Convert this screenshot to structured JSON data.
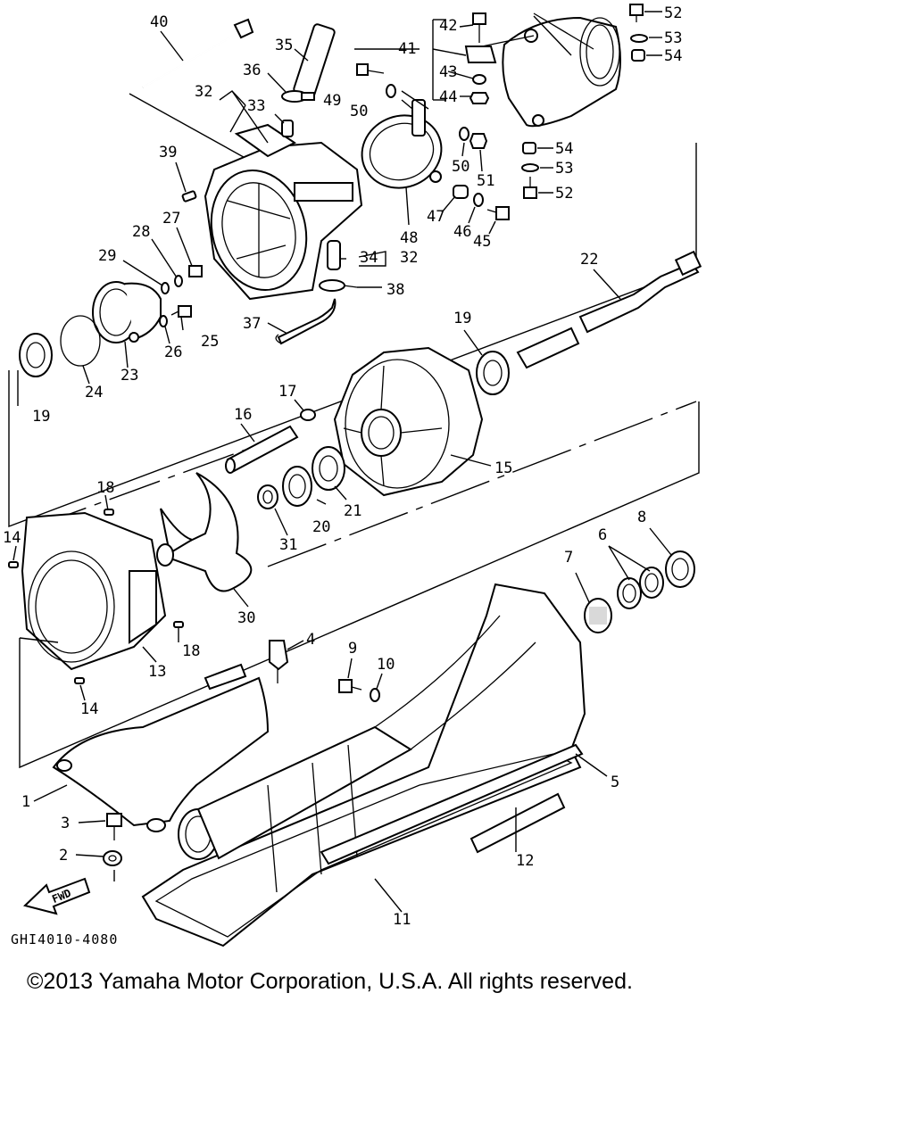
{
  "diagram": {
    "callouts": [
      "1",
      "2",
      "3",
      "4",
      "5",
      "6",
      "7",
      "8",
      "9",
      "10",
      "11",
      "12",
      "13",
      "14",
      "15",
      "16",
      "17",
      "18",
      "19",
      "20",
      "21",
      "22",
      "23",
      "24",
      "25",
      "26",
      "27",
      "28",
      "29",
      "30",
      "31",
      "32",
      "33",
      "34",
      "35",
      "36",
      "37",
      "38",
      "39",
      "40",
      "41",
      "42",
      "43",
      "44",
      "45",
      "46",
      "47",
      "48",
      "49",
      "50",
      "51",
      "52",
      "53",
      "54"
    ],
    "fwd_label": "FWD",
    "reference_code": "GHI4010-4080"
  },
  "footer": {
    "copyright": "©2013 Yamaha Motor Corporation, U.S.A. All rights reserved."
  }
}
